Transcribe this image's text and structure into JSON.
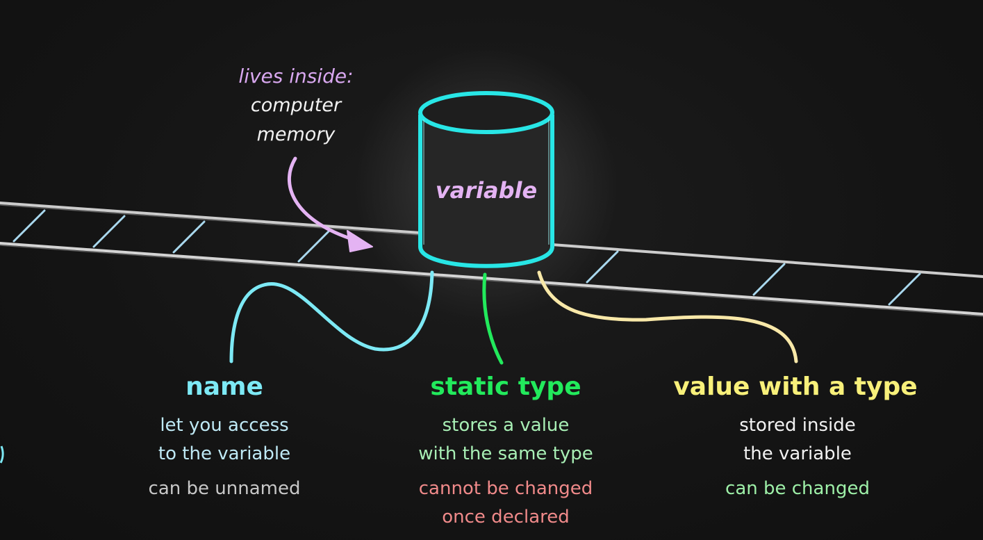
{
  "annotation": {
    "title": "lives inside:",
    "line1": "computer",
    "line2": "memory"
  },
  "cylinder": {
    "label": "variable"
  },
  "columns": {
    "name": {
      "title": "name",
      "desc1": "let you access",
      "desc2": "to the variable",
      "note1": "can be unnamed"
    },
    "static_type": {
      "title": "static type",
      "desc1": "stores a value",
      "desc2": "with the same type",
      "note1": "cannot be changed",
      "note2": "once declared"
    },
    "value": {
      "title": "value with a type",
      "desc1": "stored inside",
      "desc2": "the variable",
      "note1": "can be changed"
    }
  },
  "colors": {
    "background": "#151515",
    "cylinder_outline": "#28e6e6",
    "name": "#7de9f5",
    "static_type": "#22ea5c",
    "value": "#f8f07a",
    "annotation_arrow": "#e4b3f3",
    "note_red": "#f08a8a",
    "note_green": "#9ef0a8",
    "note_gray": "#c8c8c8"
  }
}
